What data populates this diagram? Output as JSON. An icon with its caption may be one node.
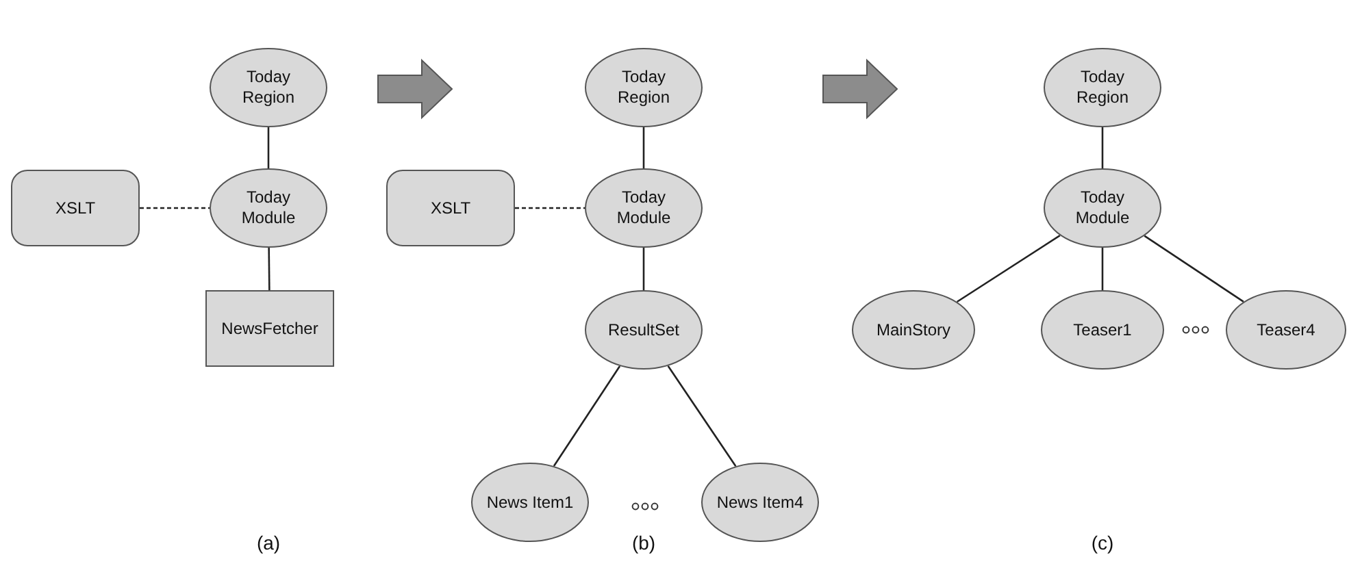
{
  "diagram": {
    "nodes": [
      {
        "text": [
          "Today Region"
        ]
      },
      {
        "text": [
          "XSLT"
        ]
      },
      {
        "text": [
          "Today Module"
        ]
      },
      {
        "text": [
          "NewsFetcher"
        ]
      },
      {
        "text": [
          "Today Region"
        ]
      },
      {
        "text": [
          "XSLT"
        ]
      },
      {
        "text": [
          "Today Module"
        ]
      },
      {
        "text": [
          "ResultSet"
        ]
      },
      {
        "text": [
          "News Item1"
        ]
      },
      {
        "text": [
          "News Item4"
        ]
      },
      {
        "text": [
          "Today Region"
        ]
      },
      {
        "text": [
          "Today Module"
        ]
      },
      {
        "text": [
          "MainStory"
        ]
      },
      {
        "text": [
          "Teaser1"
        ]
      },
      {
        "text": [
          "Teaser4"
        ]
      }
    ],
    "edges": [
      {
        "from": 0,
        "to": 2,
        "arrow": "none"
      },
      {
        "from": 1,
        "to": 2,
        "arrow": "none",
        "style": "dashed"
      },
      {
        "from": 2,
        "to": 3,
        "arrow": "none"
      },
      {
        "from": 4,
        "to": 6,
        "arrow": "none"
      },
      {
        "from": 5,
        "to": 6,
        "arrow": "none",
        "style": "dashed"
      },
      {
        "from": 6,
        "to": 7,
        "arrow": "none"
      },
      {
        "from": 7,
        "to": 8,
        "arrow": "none"
      },
      {
        "from": 7,
        "to": 9,
        "arrow": "none"
      },
      {
        "from": 10,
        "to": 11,
        "arrow": "none"
      },
      {
        "from": 11,
        "to": 12,
        "arrow": "none"
      },
      {
        "from": 11,
        "to": 13,
        "arrow": "none"
      },
      {
        "from": 11,
        "to": 14,
        "arrow": "none"
      }
    ],
    "labels": [
      "(a)",
      "(b)",
      "(c)"
    ]
  }
}
